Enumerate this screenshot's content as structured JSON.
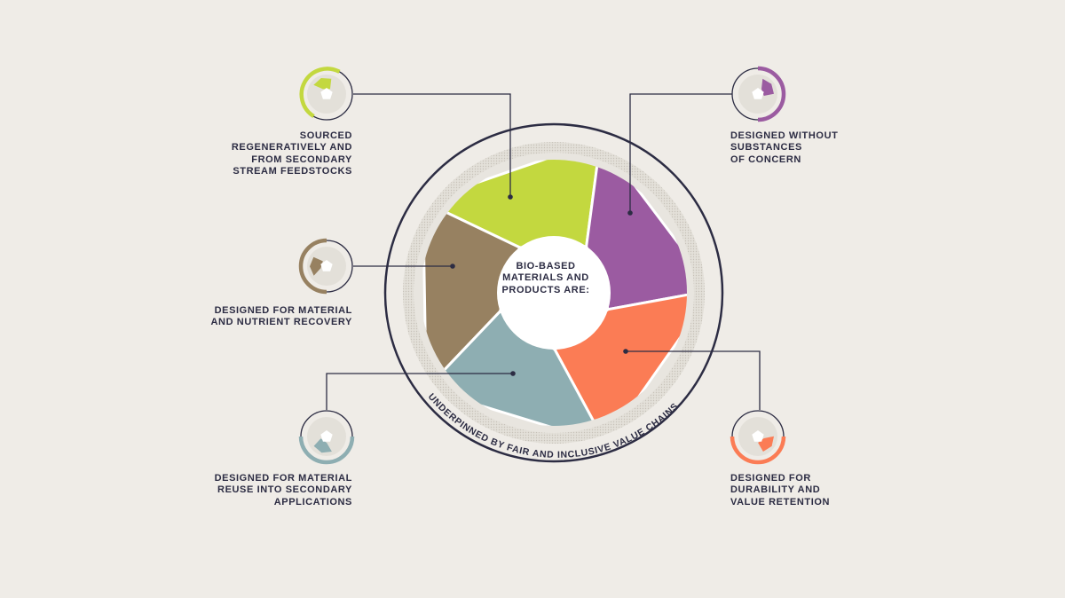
{
  "diagram": {
    "center_text": "BIO-BASED\nMATERIALS AND\nPRODUCTS ARE:",
    "ring_text": "UNDERPINNED BY FAIR AND INCLUSIVE VALUE CHAINS",
    "segments": [
      {
        "name": "sourced",
        "label": "SOURCED\nREGENERATIVELY AND\nFROM SECONDARY\nSTREAM FEEDSTOCKS",
        "color": "#c3d83f"
      },
      {
        "name": "without-substances",
        "label": "DESIGNED WITHOUT\nSUBSTANCES\nOF CONCERN",
        "color": "#9b5ba1"
      },
      {
        "name": "durability",
        "label": "DESIGNED FOR\nDURABILITY AND\nVALUE RETENTION",
        "color": "#fb7c55"
      },
      {
        "name": "reuse",
        "label": "DESIGNED FOR MATERIAL\nREUSE INTO SECONDARY\nAPPLICATIONS",
        "color": "#8eaeb2"
      },
      {
        "name": "recovery",
        "label": "DESIGNED FOR MATERIAL\nAND NUTRIENT RECOVERY",
        "color": "#978161"
      }
    ],
    "colors": {
      "background": "#efece7",
      "outline": "#2c2c43",
      "ring_fill": "#e3e0d9",
      "hatch": "#cfcbc3"
    }
  }
}
